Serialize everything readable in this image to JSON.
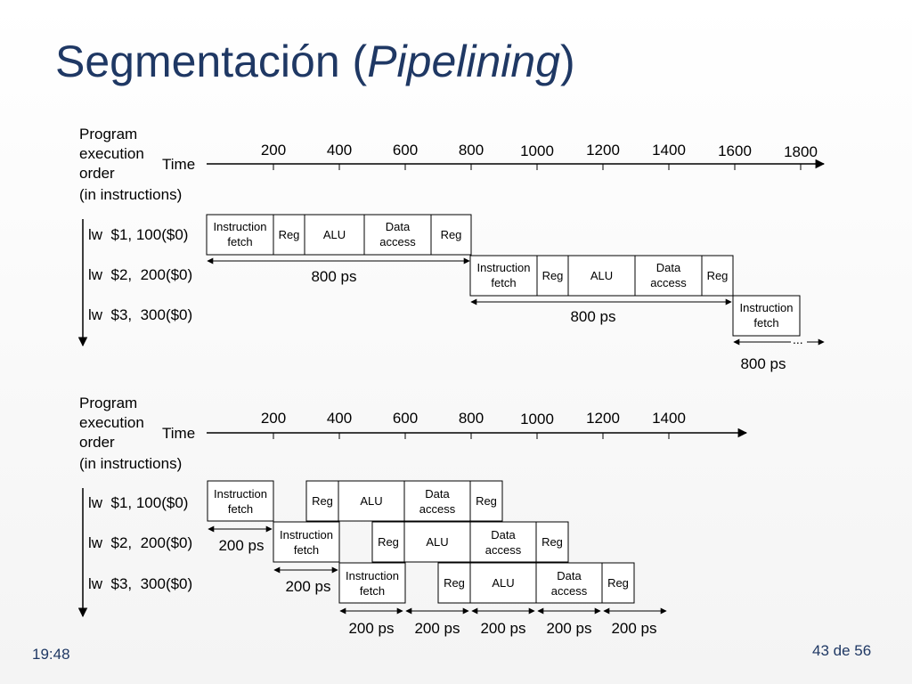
{
  "slide": {
    "title_main": "Segmentación (",
    "title_italic": "Pipelining",
    "title_close": ")",
    "footer_time": "19:48",
    "footer_page": "43 de 56"
  },
  "program_label": [
    "Program",
    "execution",
    "order",
    "(in instructions)"
  ],
  "time_label": "Time",
  "instructions": [
    "lw  $1, 100($0)",
    "lw  $2,  200($0)",
    "lw  $3,  300($0)"
  ],
  "stages": {
    "ifetch": [
      "Instruction",
      "fetch"
    ],
    "reg": "Reg",
    "alu": "ALU",
    "dmem": [
      "Data",
      "access"
    ]
  },
  "sequential": {
    "ticks": [
      "200",
      "400",
      "600",
      "800",
      "1000",
      "1200",
      "1400",
      "1600",
      "1800"
    ],
    "interval_label": "800 ps",
    "continuation": "..."
  },
  "pipelined": {
    "ticks": [
      "200",
      "400",
      "600",
      "800",
      "1000",
      "1200",
      "1400"
    ],
    "stage_label": "200 ps"
  }
}
